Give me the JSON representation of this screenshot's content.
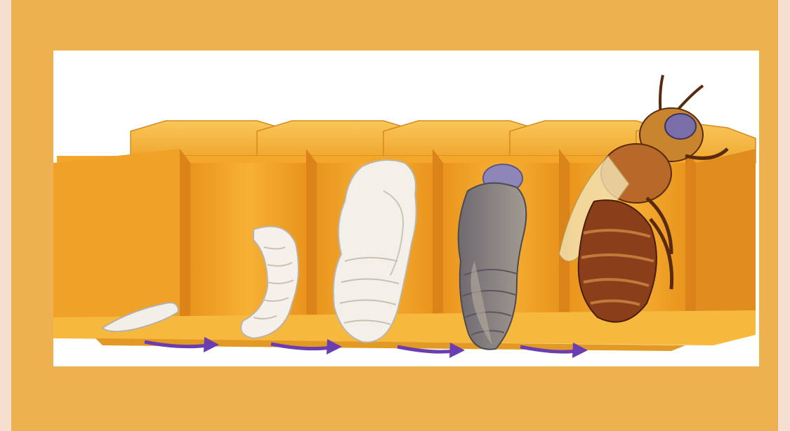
{
  "diagram": {
    "stages": [
      {
        "id": "egg-larva",
        "icon": "small-larva-icon"
      },
      {
        "id": "larva",
        "icon": "larva-icon"
      },
      {
        "id": "white-pupa",
        "icon": "white-pupa-icon"
      },
      {
        "id": "dark-pupa",
        "icon": "dark-pupa-icon"
      },
      {
        "id": "adult-bee",
        "icon": "bee-icon"
      }
    ],
    "transitions": 4,
    "colors": {
      "background": "#F6DFD0",
      "frame": "#EDB24F",
      "comb": "#F5A623",
      "comb_dark": "#D9861A",
      "comb_top": "#F8C04C",
      "arrow": "#6A3DB0",
      "larva": "#F2EEE8",
      "bee_body": "#8A3F1A",
      "bee_eye": "#7A6EA8"
    }
  }
}
